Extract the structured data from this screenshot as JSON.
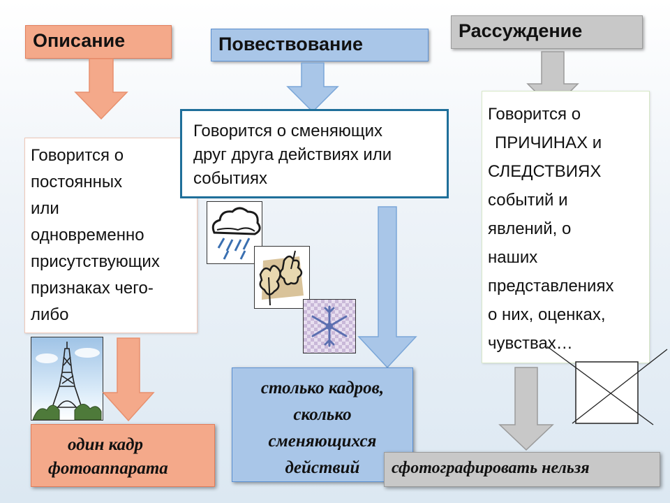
{
  "headers": {
    "description": "Описание",
    "narration": "Повествование",
    "reasoning": "Рассуждение"
  },
  "description_box": {
    "lines": [
      "Говорится о",
      "постоянных",
      "или",
      "одновременно",
      "присутствующих",
      "признаках чего-",
      "либо"
    ]
  },
  "narration_box": {
    "lines": [
      "Говорится о сменяющих",
      "друг друга  действиях или",
      "событиях"
    ]
  },
  "reasoning_box": {
    "lines": [
      "Говорится о",
      "ПРИЧИНАХ и",
      "СЛЕДСТВИЯХ",
      "событий и",
      "явлений, о",
      "наших",
      "представлениях",
      "о них, оценках,",
      "чувствах…"
    ]
  },
  "results": {
    "description": [
      "один кадр",
      "фотоаппарата"
    ],
    "narration": [
      "столько кадров,",
      "сколько",
      "сменяющихся",
      "действий"
    ],
    "reasoning": "сфотографировать нельзя"
  },
  "colors": {
    "orange_fill": "#f4a98a",
    "orange_border": "#e27d5a",
    "blue_fill": "#a9c6e8",
    "blue_border": "#5b8fd0",
    "gray_fill": "#c8c8c8",
    "gray_border": "#9a9a9a",
    "teal_border": "#1f6f9a"
  },
  "icons": [
    "eiffel-tower-image",
    "rain-cloud-image",
    "autumn-leaves-image",
    "snowflake-image",
    "crossed-box-icon"
  ]
}
